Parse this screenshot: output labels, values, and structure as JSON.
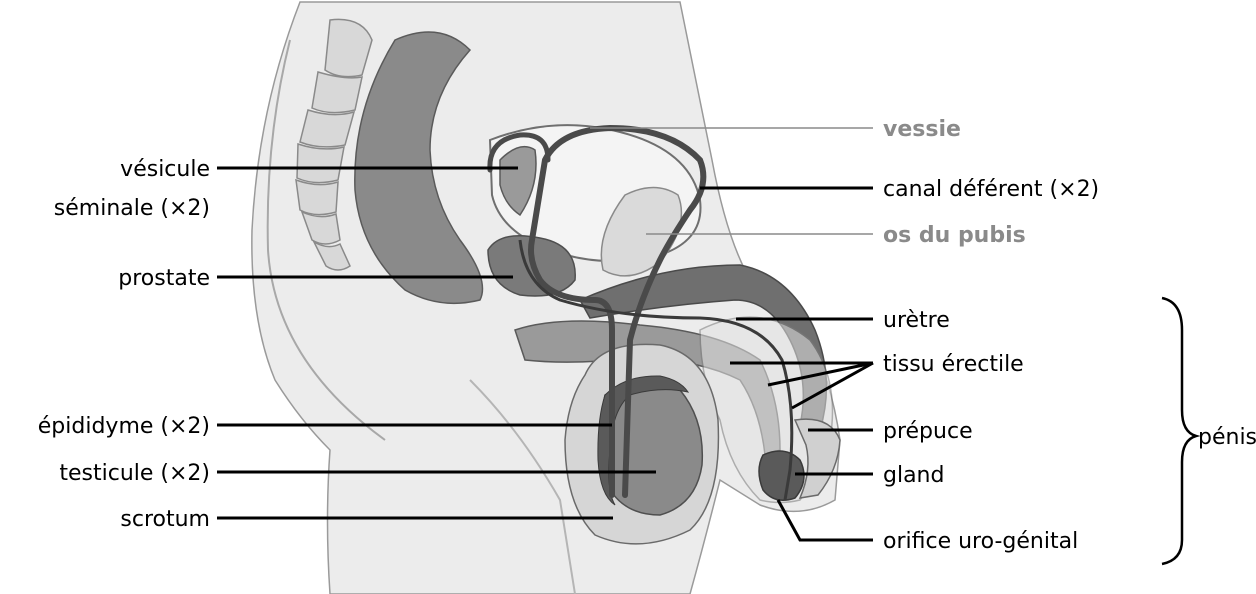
{
  "labels": {
    "vesicule": "vésicule",
    "seminale": "séminale (×2)",
    "prostate": "prostate",
    "epididyme": "épididyme (×2)",
    "testicule": "testicule (×2)",
    "scrotum": "scrotum",
    "vessie": "vessie",
    "canal_deferent": "canal déférent (×2)",
    "os_du_pubis": "os du pubis",
    "uretre": "urètre",
    "tissu_erectile": "tissu érectile",
    "prepuce": "prépuce",
    "gland": "gland",
    "orifice": "orifice uro-génital",
    "penis": "pénis"
  },
  "colors": {
    "label_text": "#000000",
    "label_grey": "#8a8a8a",
    "tissue_light": "#e6e6e6",
    "tissue_mid": "#c4c4c4",
    "tissue_dark": "#6f6f6f",
    "duct": "#4a4a4a"
  }
}
